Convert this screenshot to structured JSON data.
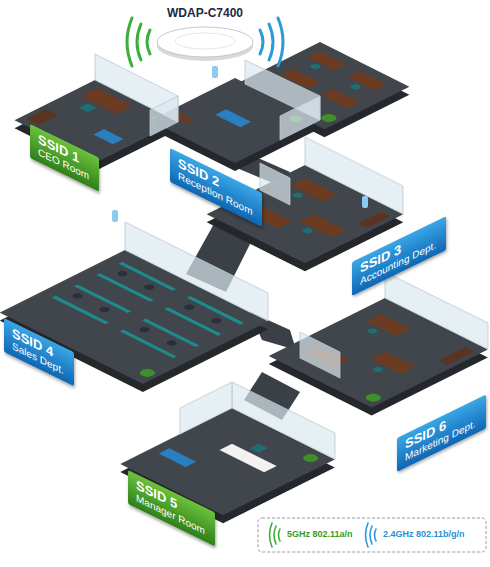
{
  "diagram": {
    "nodes": [
      {
        "text": [
          "SSID 1",
          "CEO Room"
        ]
      },
      {
        "text": [
          "SSID 2",
          "Reception Room"
        ]
      },
      {
        "text": [
          "SSID 3",
          "Accounting Dept."
        ]
      },
      {
        "text": [
          "SSID 4",
          "Sales Dept."
        ]
      },
      {
        "text": [
          "SSID 5",
          "Manager Room"
        ]
      },
      {
        "text": [
          "SSID 6",
          "Marketing Dept."
        ]
      }
    ],
    "labels": [
      "WDAP-C7400"
    ],
    "legend": [
      {
        "text": "5GHz 802.11a/n"
      },
      {
        "text": "2.4GHz 802.11b/g/n"
      }
    ]
  }
}
